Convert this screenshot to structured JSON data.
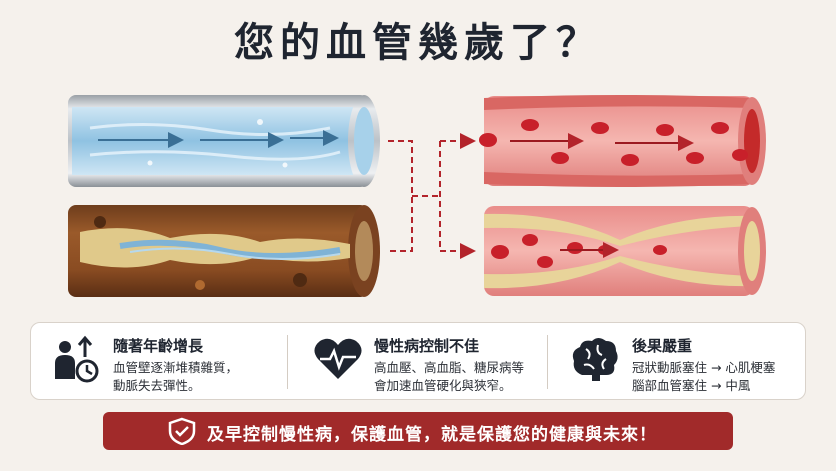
{
  "title": "您的血管幾歲了？",
  "info": [
    {
      "icon": "aging-person-clock-icon",
      "heading": "隨著年齡增長",
      "lines": [
        "血管壁逐漸堆積雜質，",
        "動脈失去彈性。"
      ]
    },
    {
      "icon": "heart-rate-icon",
      "heading": "慢性病控制不佳",
      "lines": [
        "高血壓、高血脂、糖尿病等",
        "會加速血管硬化與狹窄。"
      ]
    },
    {
      "icon": "brain-icon",
      "heading": "後果嚴重",
      "lines": [
        "冠狀動脈塞住 → 心肌梗塞",
        "腦部血管塞住 → 中風"
      ]
    }
  ],
  "banner": {
    "icon": "shield-check-icon",
    "text": "及早控制慢性病，保護血管，就是保護您的健康與未來！"
  },
  "colors": {
    "accent": "#a12a2a",
    "title": "#1f2530",
    "blood": "#c8202a",
    "pipe_water": "#9fcbe6",
    "plaque": "#e8d49a"
  }
}
